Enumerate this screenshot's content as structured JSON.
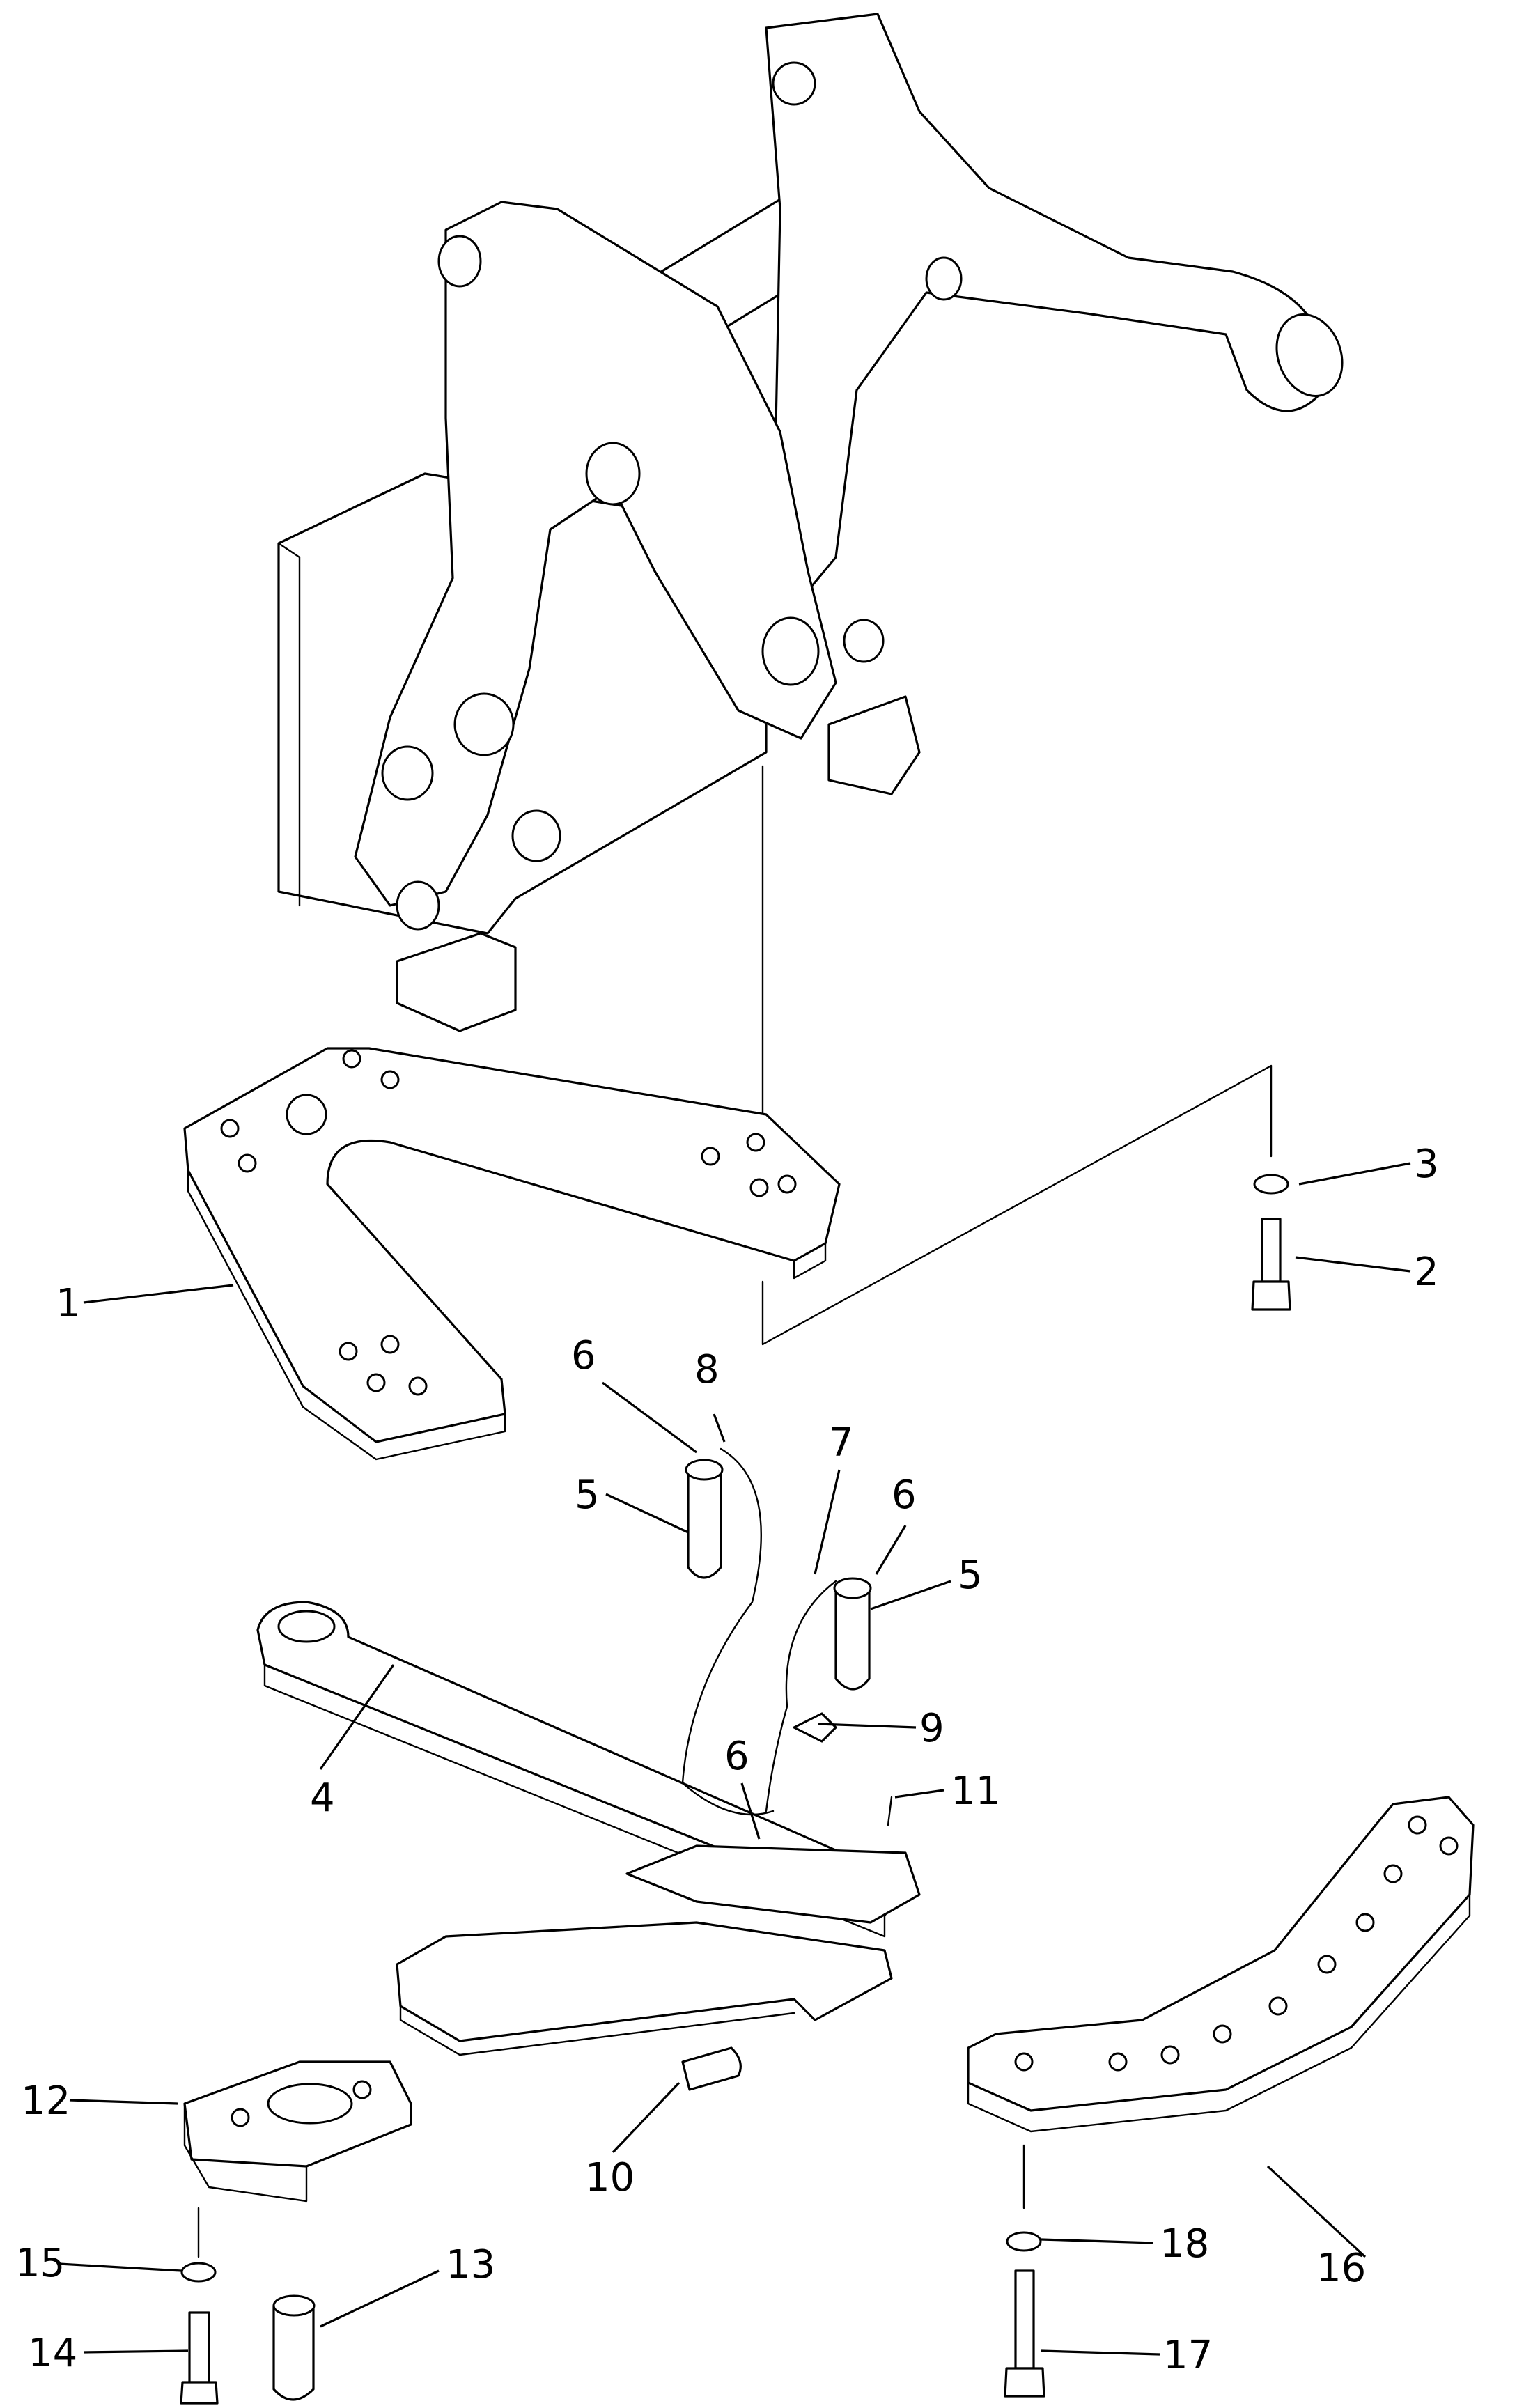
{
  "callouts": {
    "c1": "1",
    "c2": "2",
    "c3": "3",
    "c4": "4",
    "c5a": "5",
    "c5b": "5",
    "c6a": "6",
    "c6b": "6",
    "c6c": "6",
    "c7": "7",
    "c8": "8",
    "c9": "9",
    "c10": "10",
    "c11": "11",
    "c12": "12",
    "c13": "13",
    "c14": "14",
    "c15": "15",
    "c16": "16",
    "c17": "17",
    "c18": "18"
  }
}
